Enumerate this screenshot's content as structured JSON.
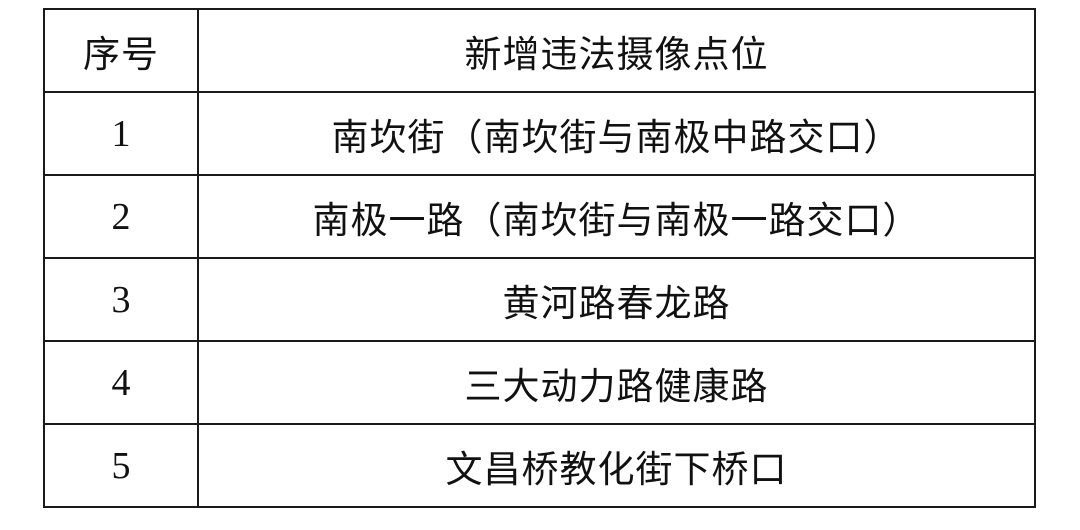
{
  "table": {
    "headers": {
      "index": "序号",
      "location": "新增违法摄像点位"
    },
    "rows": [
      {
        "index": "1",
        "location": "南坎街（南坎街与南极中路交口）"
      },
      {
        "index": "2",
        "location": "南极一路（南坎街与南极一路交口）"
      },
      {
        "index": "3",
        "location": "黄河路春龙路"
      },
      {
        "index": "4",
        "location": "三大动力路健康路"
      },
      {
        "index": "5",
        "location": "文昌桥教化街下桥口"
      }
    ]
  },
  "colors": {
    "border": "#1a1a1a",
    "text": "#111111",
    "background": "#ffffff"
  }
}
